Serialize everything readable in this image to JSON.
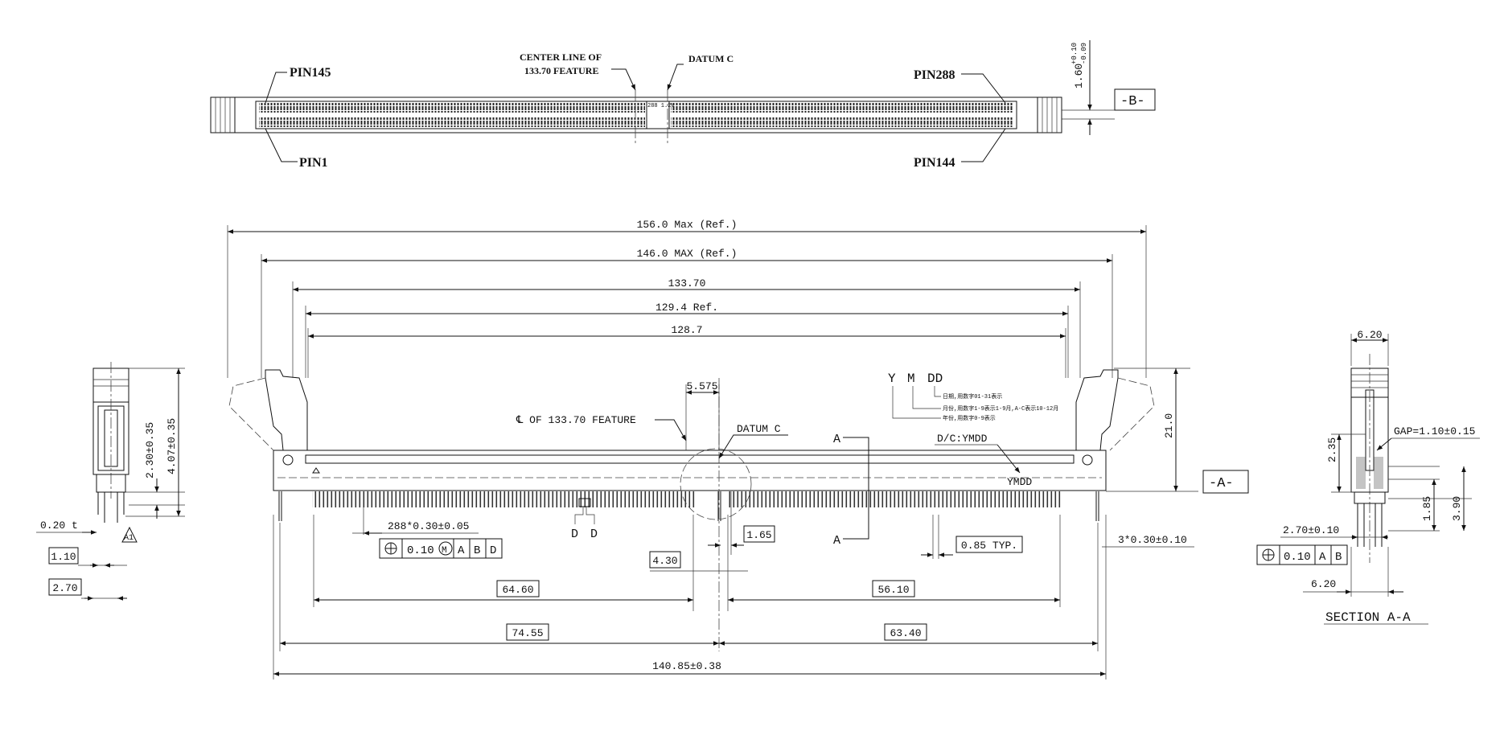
{
  "top_view": {
    "pin145": "PIN145",
    "pin1": "PIN1",
    "pin288": "PIN288",
    "pin144": "PIN144",
    "center_line_1": "CENTER LINE OF",
    "center_line_2": "133.70 FEATURE",
    "datum_c": "DATUM C",
    "thickness": "1.60",
    "thickness_tol_plus": "+0.10",
    "thickness_tol_minus": "-0.09",
    "datum_b": "-B-",
    "center_mark": "288 1.2V"
  },
  "front_view": {
    "overall_max": "156.0 Max (Ref.)",
    "max_146": "146.0 MAX (Ref.)",
    "dim_133_70": "133.70",
    "ref_129_4": "129.4 Ref.",
    "dim_128_7": "128.7",
    "dim_5_575": "5.575",
    "cl_feature": "℄ OF 133.70 FEATURE",
    "datum_c": "DATUM C",
    "date_code_y": "Y",
    "date_code_m": "M",
    "date_code_dd": "DD",
    "date_note_dd": "日期,用数字01-31表示",
    "date_note_m": "月份,用数字1-9表示1-9月,A-C表示10-12月",
    "date_note_y": "年份,用数字0-9表示",
    "section_mark": "A",
    "dc_label": "D/C:YMDD",
    "ymdd": "YMDD",
    "height_21": "21.0",
    "datum_a": "-A-",
    "pins_spec": "288*0.30±0.05",
    "tol_value": "0.10",
    "tol_mod": "M",
    "tol_ref_a": "A",
    "tol_ref_b": "B",
    "tol_ref_d": "D",
    "datum_d": "D",
    "dim_1_65": "1.65",
    "dim_0_85": "0.85 TYP.",
    "pegs_spec": "3*0.30±0.10",
    "dim_4_30": "4.30",
    "dim_64_60": "64.60",
    "dim_56_10": "56.10",
    "dim_74_55": "74.55",
    "dim_63_40": "63.40",
    "dim_140_85": "140.85±0.38"
  },
  "side_view": {
    "dim_2_30": "2.30±0.35",
    "dim_4_07": "4.07±0.35",
    "dim_0_20": "0.20 t",
    "rev_tag": "A1",
    "dim_1_10": "1.10",
    "dim_2_70": "2.70"
  },
  "section_view": {
    "dim_6_20_top": "6.20",
    "gap": "GAP=1.10±0.15",
    "dim_2_35": "2.35",
    "dim_1_85": "1.85",
    "dim_3_90": "3.90",
    "dim_2_70": "2.70±0.10",
    "tol_value": "0.10",
    "tol_ref_a": "A",
    "tol_ref_b": "B",
    "dim_6_20_bottom": "6.20",
    "title": "SECTION A-A"
  }
}
